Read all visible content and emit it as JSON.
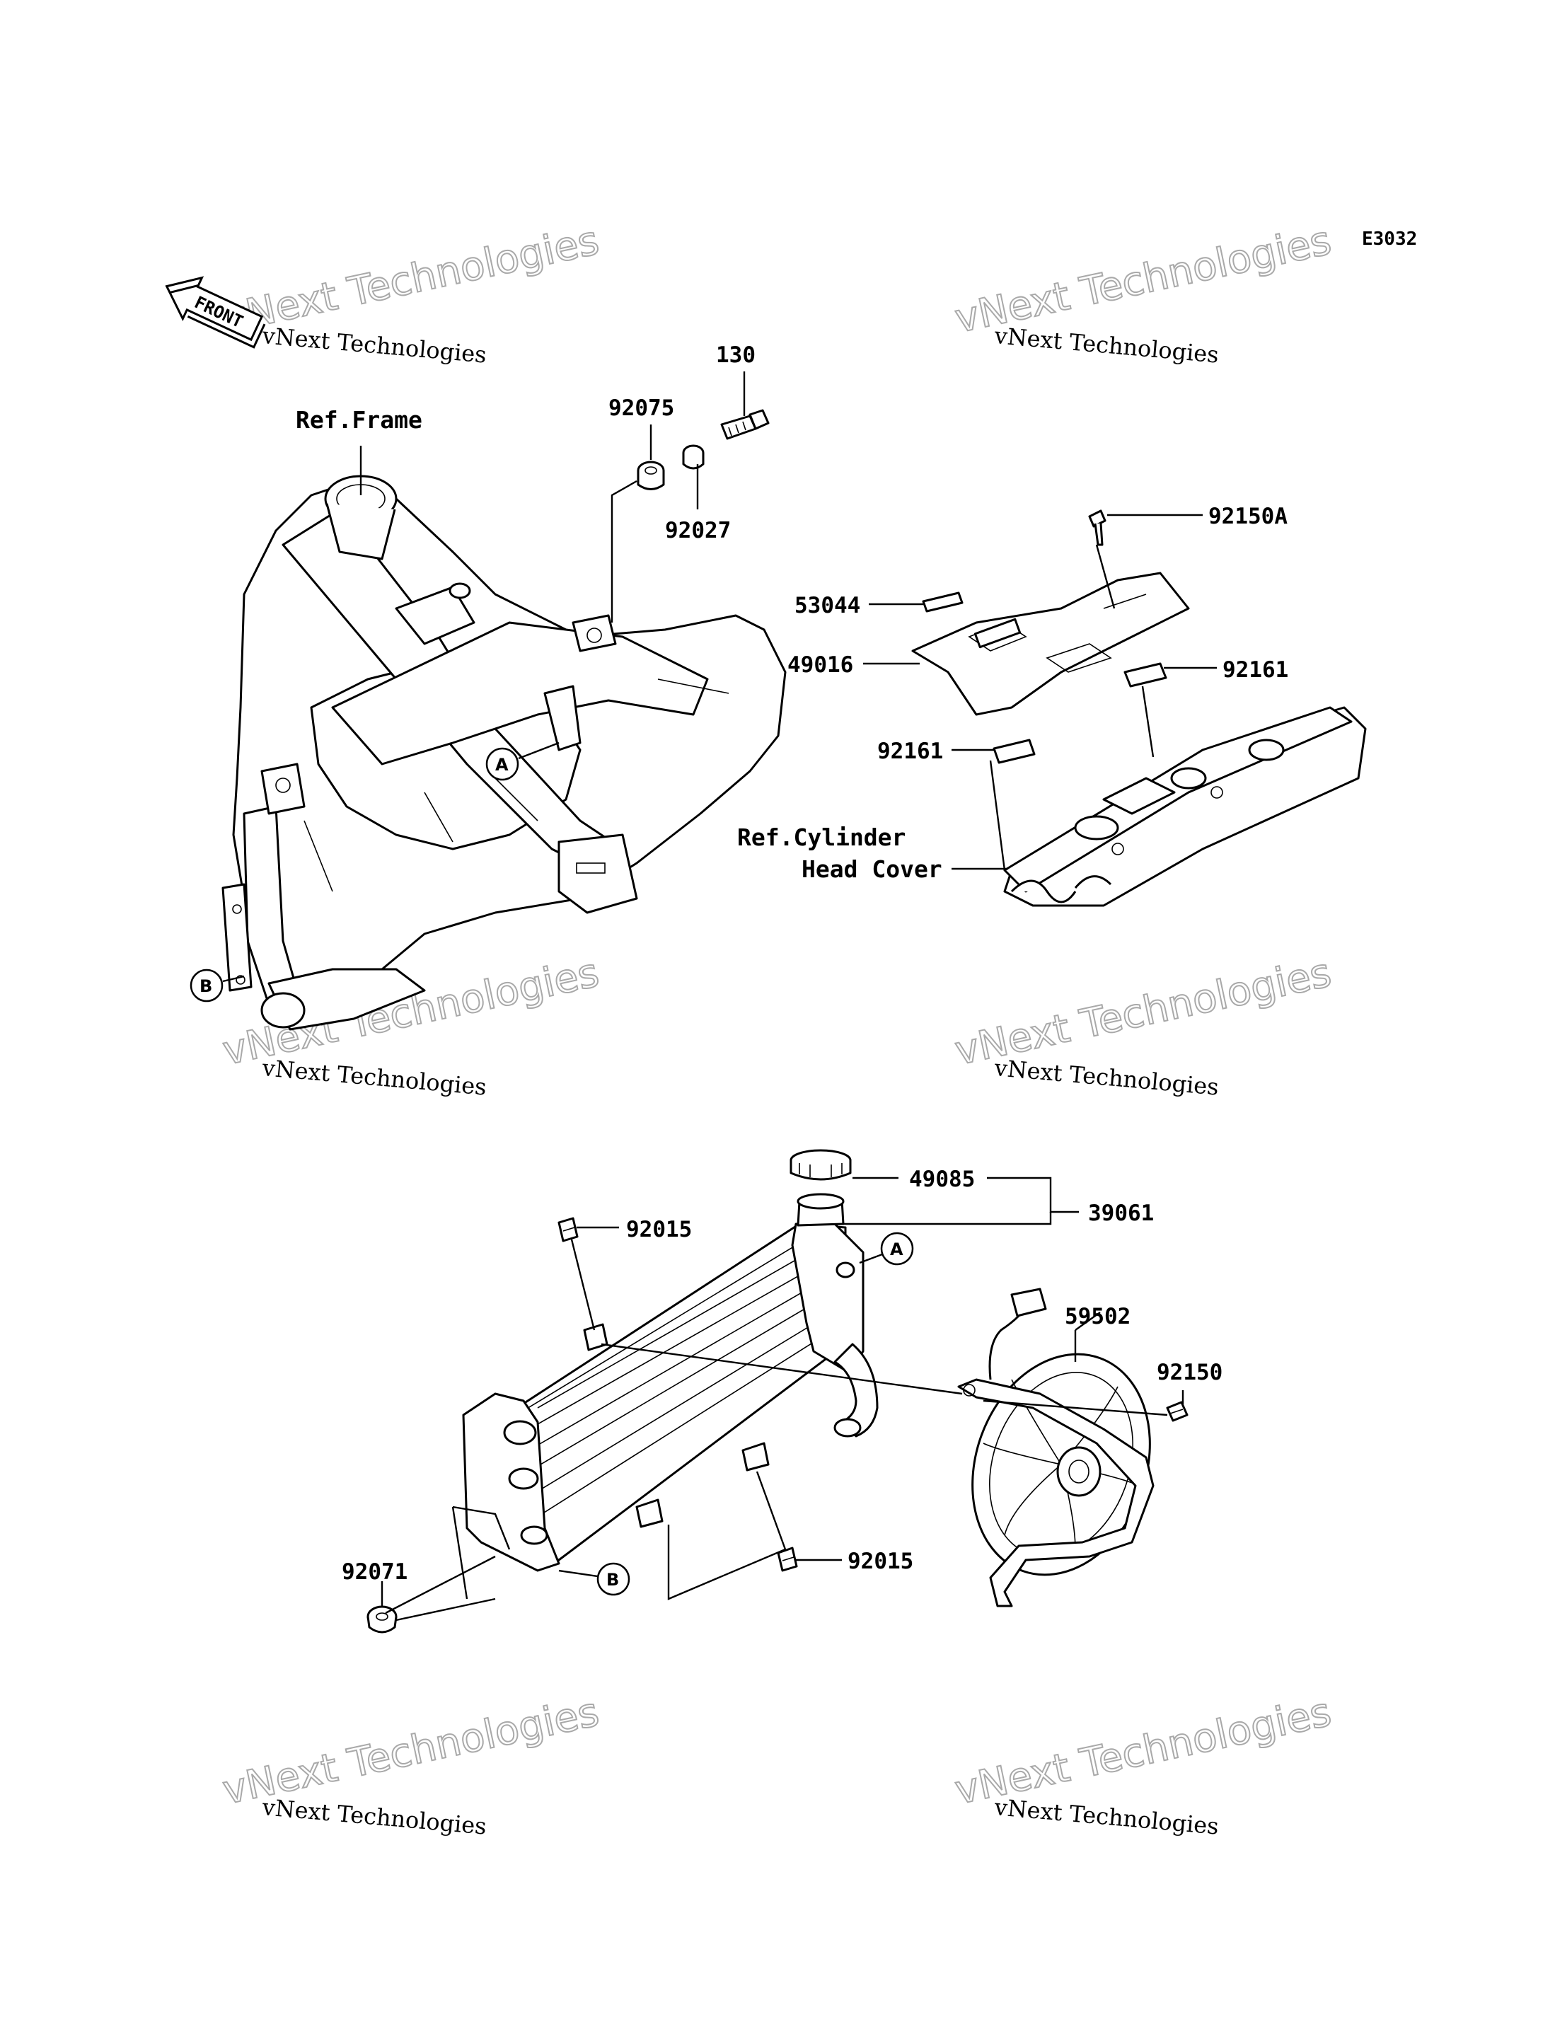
{
  "diagram_code": "E3032",
  "front_marker": "FRONT",
  "watermark": {
    "line1": "vNext Technologies",
    "line2": "vNext Technologies"
  },
  "refs": {
    "frame": "Ref.Frame",
    "cyl_line1": "Ref.Cylinder",
    "cyl_line2": "Head Cover"
  },
  "callouts": {
    "a": "A",
    "b": "B"
  },
  "parts": {
    "p130": "130",
    "p92075": "92075",
    "p92027": "92027",
    "p92150A": "92150A",
    "p53044": "53044",
    "p49016": "49016",
    "p92161_right": "92161",
    "p92161_left": "92161",
    "p49085": "49085",
    "p39061": "39061",
    "p92015_top": "92015",
    "p59502": "59502",
    "p92150": "92150",
    "p92071": "92071",
    "p92015_bottom": "92015"
  }
}
